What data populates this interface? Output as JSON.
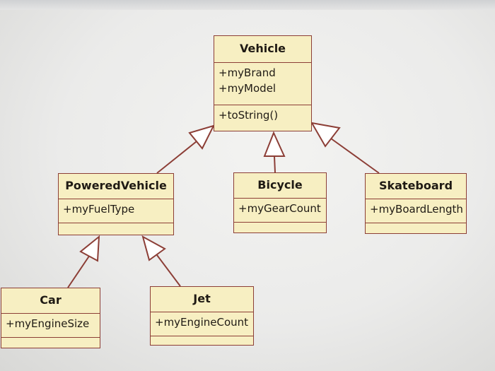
{
  "diagram": {
    "classes": [
      {
        "id": "vehicle",
        "name": "Vehicle",
        "attributes": [
          "+myBrand",
          "+myModel"
        ],
        "operations": [
          "+toString()"
        ]
      },
      {
        "id": "poweredvehicle",
        "name": "PoweredVehicle",
        "attributes": [
          "+myFuelType"
        ],
        "operations": []
      },
      {
        "id": "bicycle",
        "name": "Bicycle",
        "attributes": [
          "+myGearCount"
        ],
        "operations": []
      },
      {
        "id": "skateboard",
        "name": "Skateboard",
        "attributes": [
          "+myBoardLength"
        ],
        "operations": []
      },
      {
        "id": "car",
        "name": "Car",
        "attributes": [
          "+myEngineSize"
        ],
        "operations": []
      },
      {
        "id": "jet",
        "name": "Jet",
        "attributes": [
          "+myEngineCount"
        ],
        "operations": []
      }
    ],
    "relations": [
      {
        "type": "generalization",
        "from": "poweredvehicle",
        "to": "vehicle"
      },
      {
        "type": "generalization",
        "from": "bicycle",
        "to": "vehicle"
      },
      {
        "type": "generalization",
        "from": "skateboard",
        "to": "vehicle"
      },
      {
        "type": "generalization",
        "from": "car",
        "to": "poweredvehicle"
      },
      {
        "type": "generalization",
        "from": "jet",
        "to": "poweredvehicle"
      }
    ],
    "colors": {
      "fill": "#f7efc2",
      "border": "#8c3e36",
      "text": "#1f1a14"
    }
  }
}
